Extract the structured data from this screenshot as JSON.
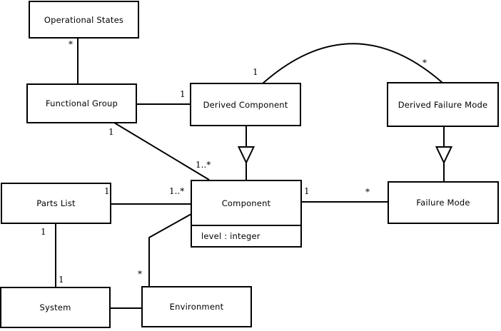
{
  "diagram": {
    "type": "uml-class-diagram",
    "background_color": "#ffffff",
    "line_color": "#000000",
    "nodes": {
      "operational_states": {
        "label": "Operational States"
      },
      "functional_group": {
        "label": "Functional Group"
      },
      "derived_component": {
        "label": "Derived Component"
      },
      "derived_failure_mode": {
        "label": "Derived Failure Mode"
      },
      "parts_list": {
        "label": "Parts List"
      },
      "component": {
        "label": "Component",
        "attribute": "level : integer"
      },
      "failure_mode": {
        "label": "Failure Mode"
      },
      "system": {
        "label": "System"
      },
      "environment": {
        "label": "Environment"
      }
    },
    "multiplicities": {
      "os_fg_star": "*",
      "fg_dc_one": "1",
      "fg_component_one": "1",
      "fg_component_many": "1..*",
      "dc_dfm_one": "1",
      "dc_dfm_star": "*",
      "pl_component_one": "1",
      "pl_component_many": "1..*",
      "component_fm_one": "1",
      "component_fm_star": "*",
      "pl_system_one": "1",
      "system_pl_one": "1",
      "env_component_star": "*"
    },
    "relationships": [
      {
        "from": "Operational States",
        "to": "Functional Group",
        "type": "association",
        "multiplicity_from": "*"
      },
      {
        "from": "Functional Group",
        "to": "Derived Component",
        "type": "association",
        "multiplicity_to": "1"
      },
      {
        "from": "Functional Group",
        "to": "Component",
        "type": "association",
        "multiplicity_from": "1",
        "multiplicity_to": "1..*"
      },
      {
        "from": "Derived Component",
        "to": "Component",
        "type": "generalization"
      },
      {
        "from": "Derived Component",
        "to": "Derived Failure Mode",
        "type": "association",
        "multiplicity_from": "1",
        "multiplicity_to": "*"
      },
      {
        "from": "Derived Failure Mode",
        "to": "Failure Mode",
        "type": "generalization"
      },
      {
        "from": "Parts List",
        "to": "Component",
        "type": "association",
        "multiplicity_from": "1",
        "multiplicity_to": "1..*"
      },
      {
        "from": "Component",
        "to": "Failure Mode",
        "type": "association",
        "multiplicity_from": "1",
        "multiplicity_to": "*"
      },
      {
        "from": "Parts List",
        "to": "System",
        "type": "association",
        "multiplicity_from": "1",
        "multiplicity_to": "1"
      },
      {
        "from": "Component",
        "to": "Environment",
        "type": "association",
        "multiplicity_to": "*"
      },
      {
        "from": "System",
        "to": "Environment",
        "type": "association"
      }
    ]
  }
}
